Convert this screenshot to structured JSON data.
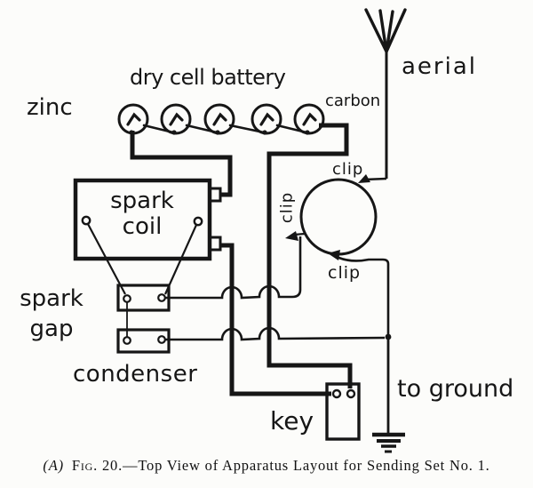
{
  "diagram": {
    "labels": {
      "battery": "dry cell battery",
      "zinc": "zinc",
      "carbon": "carbon",
      "aerial": "aerial",
      "clip_top": "clip",
      "clip_left": "clip",
      "clip_bottom": "clip",
      "spark_coil": [
        "spark",
        "coil"
      ],
      "spark_gap": [
        "spark",
        "gap"
      ],
      "condenser": "condenser",
      "key": "key",
      "to_ground": "to ground"
    },
    "caption": {
      "index": "(A)",
      "figure": "Fig. 20.",
      "title": "—Top View of Apparatus Layout for Sending Set No. 1."
    },
    "colors": {
      "ink": "#161616",
      "paper": "#fcfcfa"
    }
  }
}
